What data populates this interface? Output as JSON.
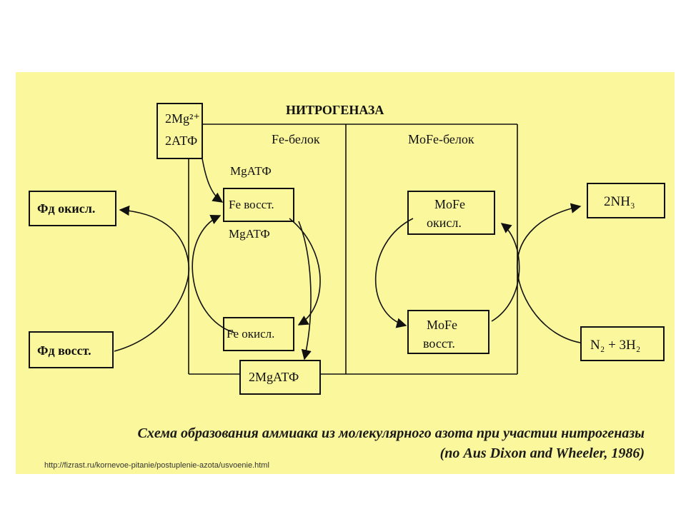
{
  "colors": {
    "background": "#fbf79c",
    "stroke": "#111111"
  },
  "title": "НИТРОГЕНАЗА",
  "sections": {
    "fe_protein": "Fe-белок",
    "mofe_protein": "MoFe-белок"
  },
  "boxes": {
    "mg_atp_top": [
      "2Mg²⁺",
      "2АТФ"
    ],
    "fd_oxid": "Фд окисл.",
    "fd_red": "Фд восст.",
    "fe_red": "Fe восст.",
    "fe_oxid": "Fe окисл.",
    "mgadp": "2MgАТФ",
    "mofe_oxid": [
      "MoFe",
      "окисл."
    ],
    "mofe_red": [
      "MoFe",
      "восст."
    ],
    "nh3": "2NH₃",
    "n2": "N₂ + 3H₂"
  },
  "labels": {
    "mgatp_1": "MgАТФ",
    "mgatp_2": "MgАТФ"
  },
  "caption": {
    "line1": "Схема образования аммиака из молекулярного азота при участии нитрогеназы",
    "line2": "(по Aus Dixon and Wheeler, 1986)"
  },
  "url": "http://fizrast.ru/kornevoe-pitanie/postuplenie-azota/usvoenie.html"
}
